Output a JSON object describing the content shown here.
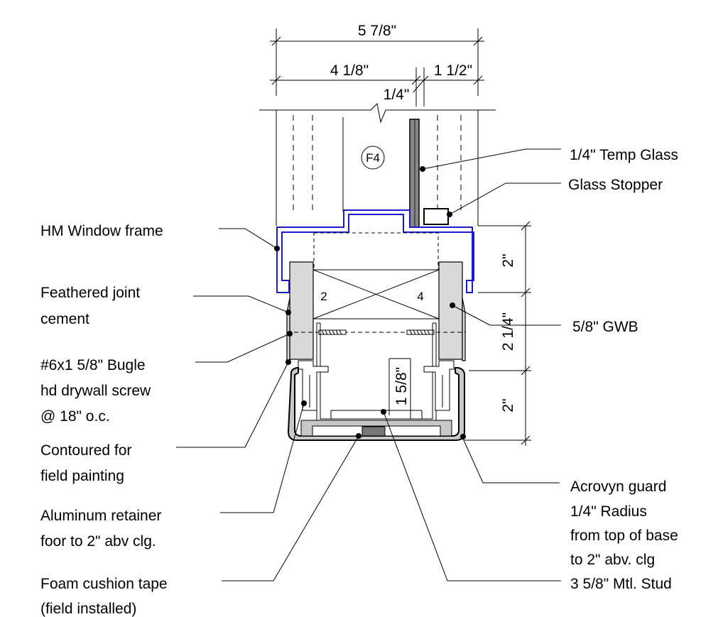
{
  "dimensions": {
    "overall_width": "5 7/8\"",
    "left_width": "4 1/8\"",
    "right_width": "1 1/2\"",
    "gap_width": "1/4\"",
    "frame_height": "2\"",
    "gwb_zone_height": "2 1/4\"",
    "guard_height": "2\"",
    "stud_depth": "1 5/8\""
  },
  "tags": {
    "frame_tag": "F4",
    "ply_left": "2",
    "ply_right": "4"
  },
  "labels": {
    "temp_glass": "1/4\" Temp Glass",
    "glass_stopper": "Glass Stopper",
    "hm_frame": "HM Window frame",
    "feathered_joint_1": "Feathered joint",
    "feathered_joint_2": "cement",
    "gwb": "5/8\"  GWB",
    "screw_1": "#6x1 5/8\" Bugle",
    "screw_2": "hd drywall screw",
    "screw_3": "@ 18\" o.c.",
    "contoured_1": "Contoured for",
    "contoured_2": "field painting",
    "acrovyn_1": "Acrovyn guard",
    "acrovyn_2": "1/4\" Radius",
    "acrovyn_3": "from top of base",
    "acrovyn_4": "to 2\" abv. clg",
    "retainer_1": "Aluminum retainer",
    "retainer_2": "foor to 2\" abv clg.",
    "stud": "3 5/8\" Mtl. Stud",
    "foam_1": "Foam cushion tape",
    "foam_2": "(field installed)"
  },
  "colors": {
    "line": "#000000",
    "frame": "#1a1acc",
    "gwb_fill": "#d9d9d9",
    "guard_fill": "#c8c8c8",
    "glass_fill": "#888888"
  }
}
